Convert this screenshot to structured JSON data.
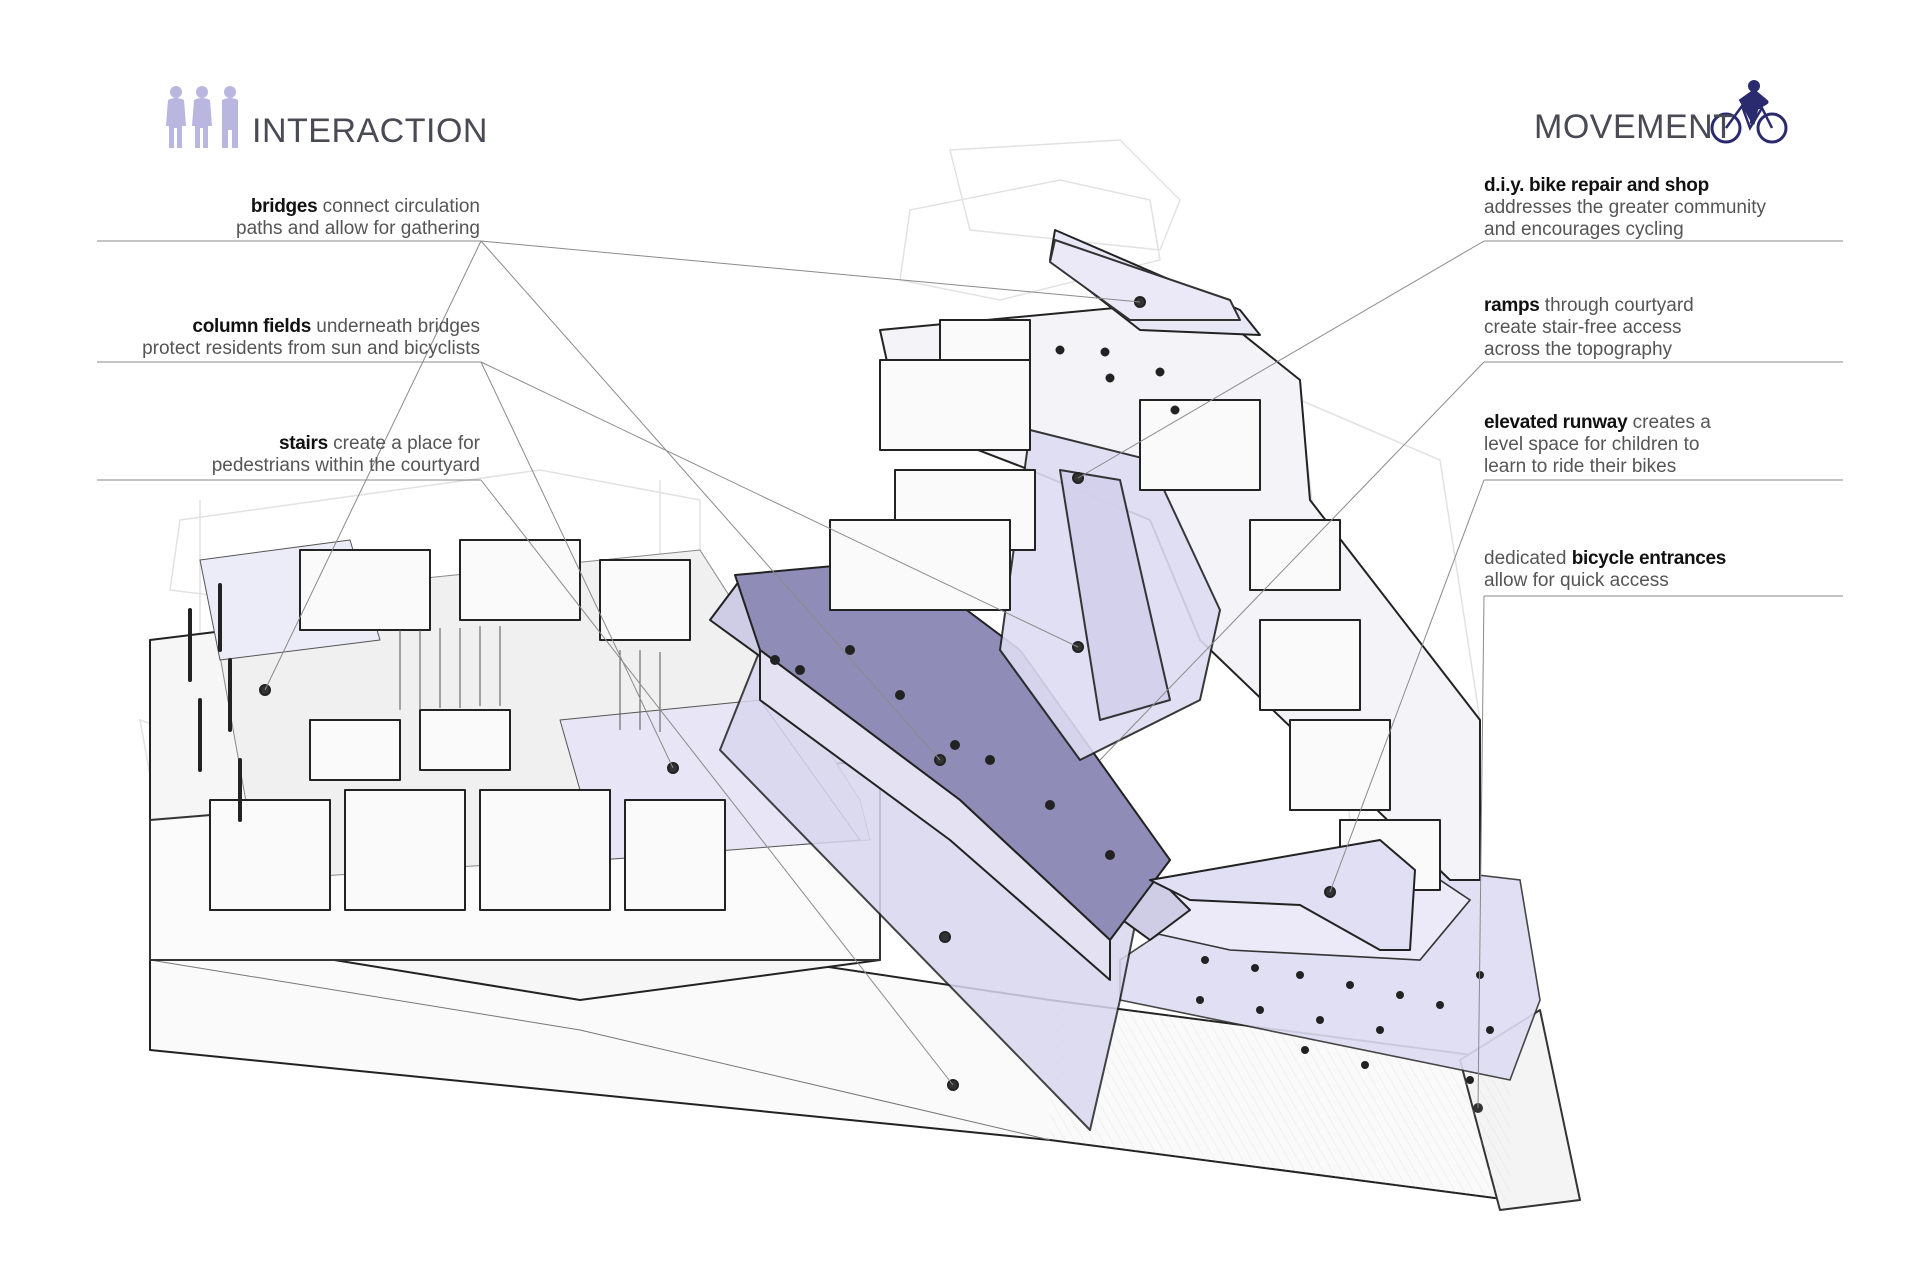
{
  "headings": {
    "interaction": "INTERACTION",
    "movement": "MOVEMENT"
  },
  "icons": {
    "interaction": "three-people-silhouette-icon",
    "movement": "cyclist-icon"
  },
  "colors": {
    "accent_lavender": "#b9b6e0",
    "accent_dark_blue": "#2a2b6e",
    "shade": "#d9d7f0",
    "line": "#555555"
  },
  "annotations": {
    "left": [
      {
        "key": "bridges",
        "line1_rest": " connect circulation",
        "line2": "paths and allow for gathering"
      },
      {
        "key": "column fields",
        "line1_rest": " underneath bridges",
        "line2": "protect residents from sun and bicyclists"
      },
      {
        "key": "stairs",
        "line1_rest": " create a place for",
        "line2": "pedestrians within the courtyard"
      }
    ],
    "right": [
      {
        "key": "d.i.y. bike repair and shop",
        "line2": "addresses the greater community",
        "line3": "and encourages cycling"
      },
      {
        "key": "ramps",
        "line1_rest": " through courtyard",
        "line2": "create stair-free access",
        "line3": "across the topography"
      },
      {
        "key": "elevated runway",
        "line1_rest": " creates a",
        "line2": "level space for children to",
        "line3": "learn  to ride their bikes"
      },
      {
        "prefix": "dedicated ",
        "key": "bicycle entrances",
        "line2": "allow for quick access"
      }
    ]
  }
}
